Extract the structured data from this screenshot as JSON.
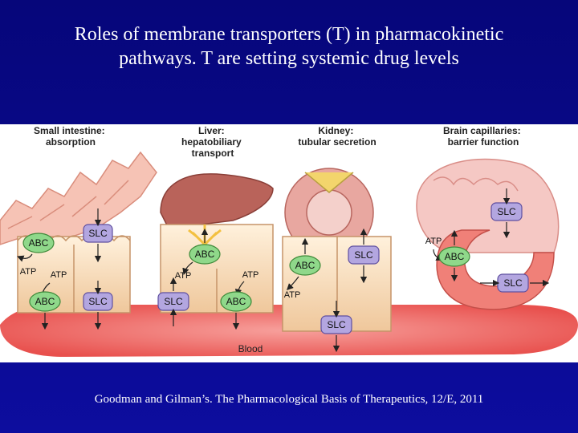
{
  "slide": {
    "title_line1": "Roles of membrane transporters (T) in pharmacokinetic",
    "title_line2": "pathways. T are setting systemic drug levels",
    "citation": "Goodman and Gilman’s. The Pharmacological Basis of Therapeutics, 12/E, 2011"
  },
  "diagram": {
    "panels": {
      "intestine": {
        "line1": "Small intestine:",
        "line2": "absorption"
      },
      "liver": {
        "line1": "Liver:",
        "line2": "hepatobiliary",
        "line3": "transport"
      },
      "kidney": {
        "line1": "Kidney:",
        "line2": "tubular secretion"
      },
      "brain": {
        "line1": "Brain capillaries:",
        "line2": "barrier function"
      }
    },
    "transporters": {
      "abc": "ABC",
      "slc": "SLC",
      "atp": "ATP"
    },
    "blood_label": "Blood"
  },
  "colors": {
    "background": "#0a0a8c",
    "abc_fill": "#8fd88a",
    "slc_fill": "#b3a6e0",
    "blood": "#e8504d",
    "cell": "#f6d6b2"
  }
}
